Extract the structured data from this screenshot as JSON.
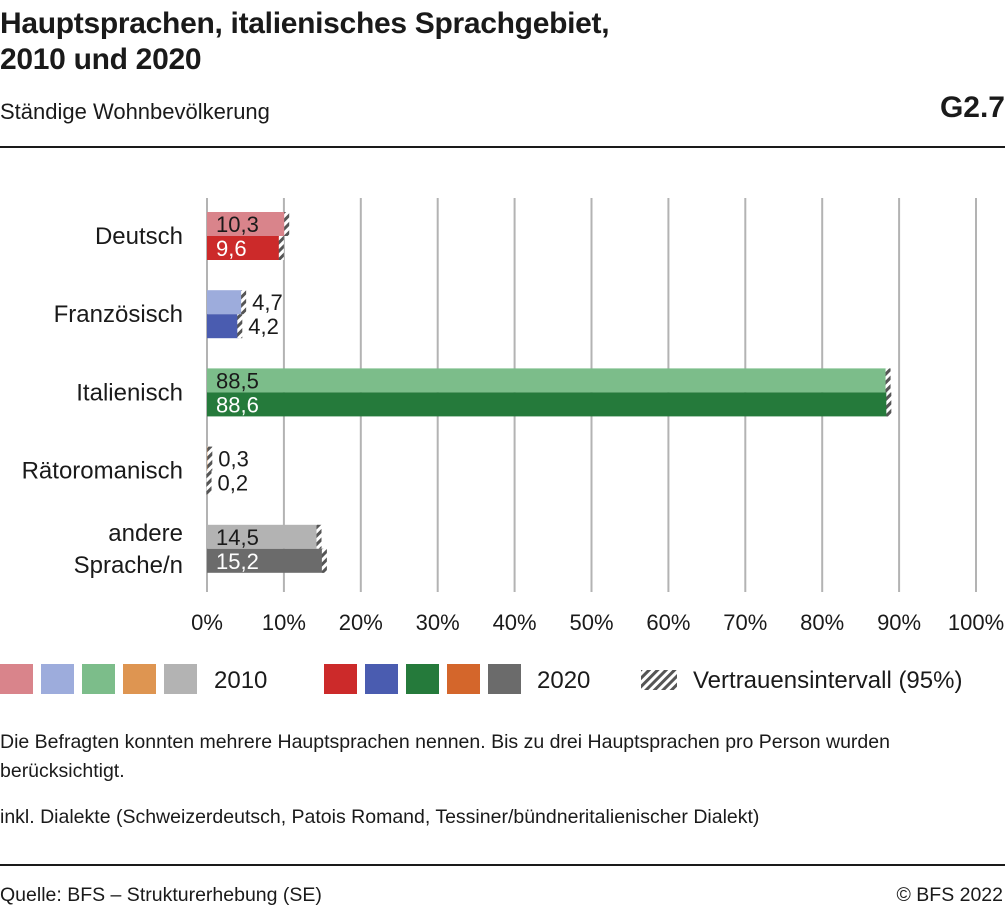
{
  "header": {
    "title_line1": "Hauptsprachen, italienisches Sprachgebiet,",
    "title_line2": "2010 und 2020",
    "subtitle": "Ständige Wohnbevölkerung",
    "code": "G2.7"
  },
  "chart_data": {
    "type": "bar",
    "orientation": "horizontal",
    "categories": [
      "Deutsch",
      "Französisch",
      "Italienisch",
      "Rätoromanisch",
      "andere Sprache/n"
    ],
    "category_lines": [
      [
        "Deutsch"
      ],
      [
        "Französisch"
      ],
      [
        "Italienisch"
      ],
      [
        "Rätoromanisch"
      ],
      [
        "andere",
        "Sprache/n"
      ]
    ],
    "series": [
      {
        "name": "2010",
        "values": [
          10.3,
          4.7,
          88.5,
          0.3,
          14.5
        ],
        "labels": [
          "10,3",
          "4,7",
          "88,5",
          "0,3",
          "14,5"
        ],
        "colors": [
          "#d9848b",
          "#9dacdc",
          "#7cbd8a",
          "#de9551",
          "#b3b3b3"
        ],
        "label_colors": [
          "#1a1a1a",
          "#1a1a1a",
          "#1a1a1a",
          "#1a1a1a",
          "#1a1a1a"
        ]
      },
      {
        "name": "2020",
        "values": [
          9.6,
          4.2,
          88.6,
          0.2,
          15.2
        ],
        "labels": [
          "9,6",
          "4,2",
          "88,6",
          "0,2",
          "15,2"
        ],
        "colors": [
          "#cc2a2a",
          "#4a5cb0",
          "#257a3b",
          "#d4662b",
          "#6b6b6b"
        ],
        "label_colors": [
          "#ffffff",
          "#1a1a1a",
          "#ffffff",
          "#1a1a1a",
          "#ffffff"
        ]
      }
    ],
    "xlim": [
      0,
      100
    ],
    "x_ticks": [
      0,
      10,
      20,
      30,
      40,
      50,
      60,
      70,
      80,
      90,
      100
    ],
    "x_tick_labels": [
      "0%",
      "10%",
      "20%",
      "30%",
      "40%",
      "50%",
      "60%",
      "70%",
      "80%",
      "90%",
      "100%"
    ],
    "grid": true,
    "legend": {
      "position": "bottom",
      "label_2010": "2010",
      "label_2020": "2020",
      "ci_label": "Vertrauensintervall (95%)"
    }
  },
  "notes": {
    "note1": "Die Befragten konnten mehrere Hauptsprachen nennen. Bis zu drei Hauptsprachen pro Person wurden berücksichtigt.",
    "note2": "inkl. Dialekte (Schweizerdeutsch, Patois Romand, Tessiner/bündneritalienischer Dialekt)"
  },
  "footer": {
    "source": "Quelle: BFS – Strukturerhebung (SE)",
    "copyright": "© BFS 2022"
  }
}
